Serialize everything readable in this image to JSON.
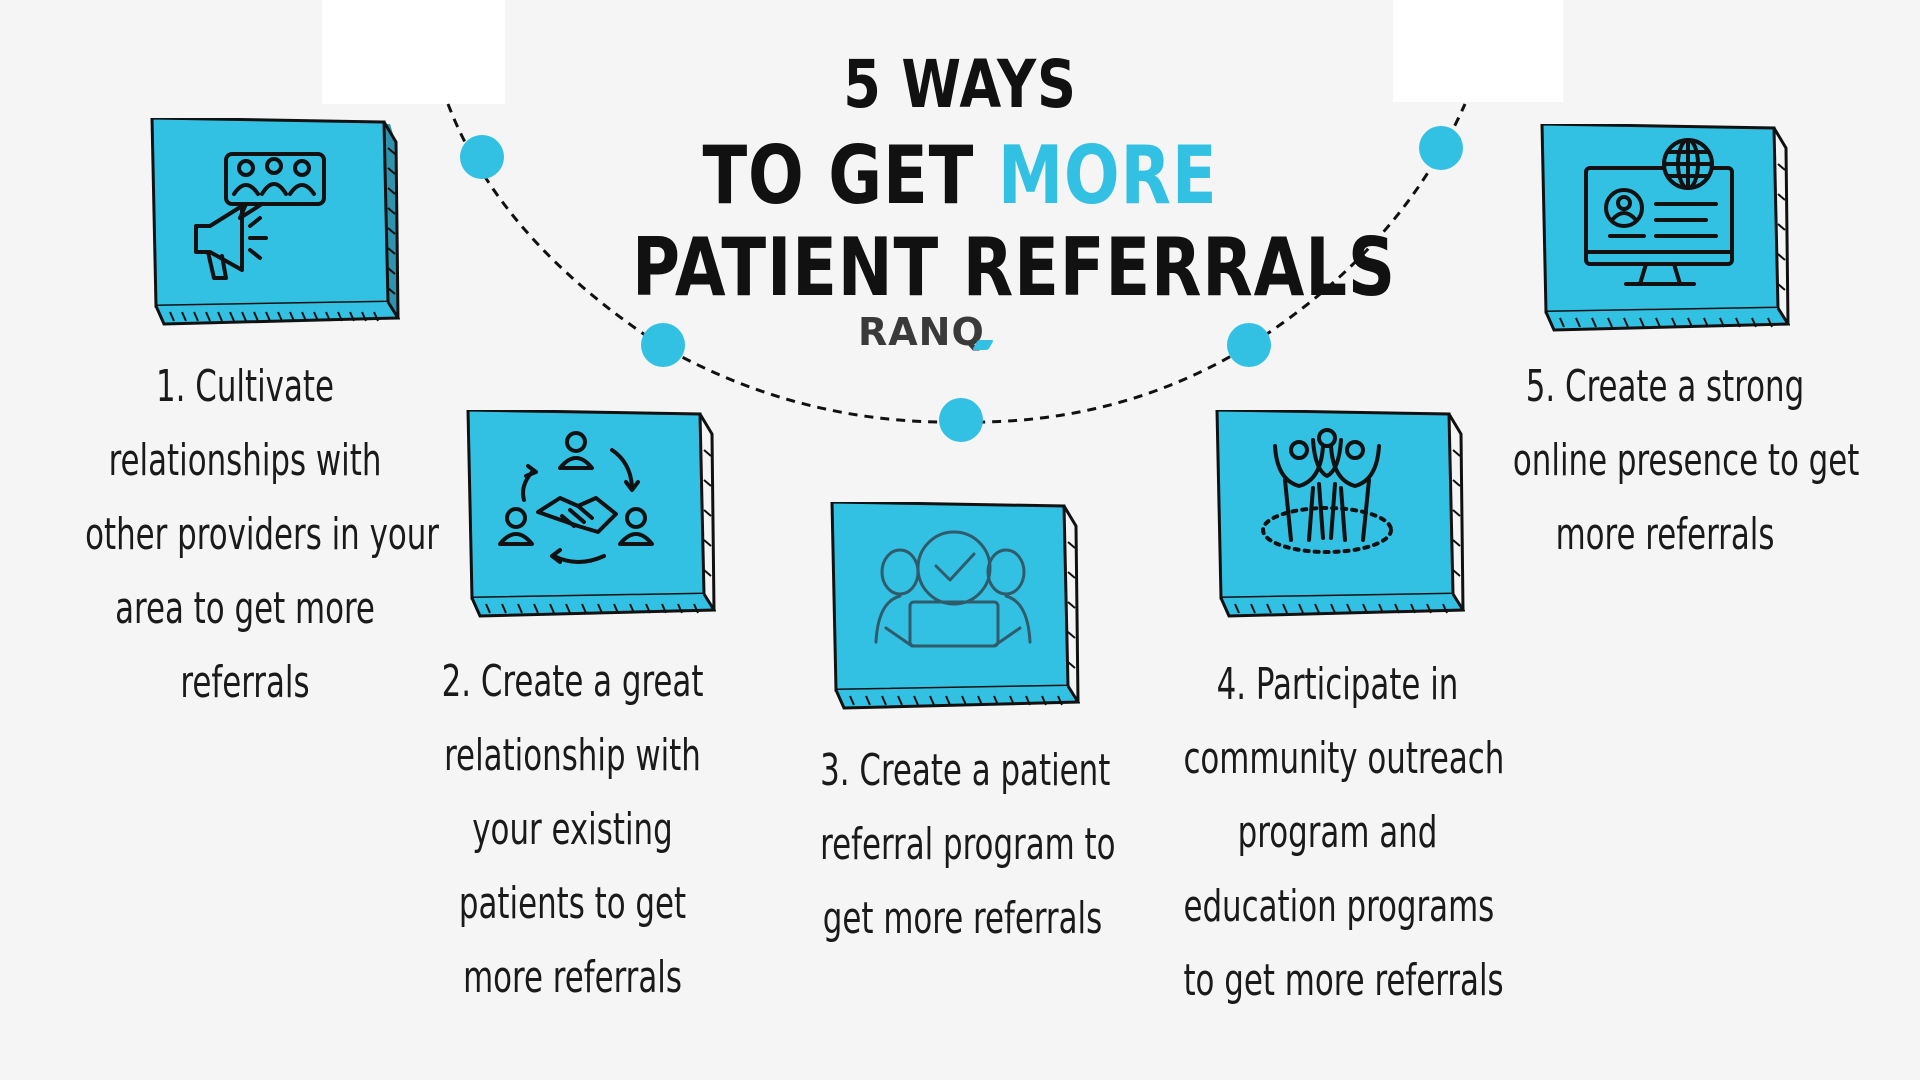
{
  "title": {
    "line1": "5 WAYS",
    "line2_prefix": "TO GET ",
    "line2_accent": "MORE",
    "line3": "PATIENT REFERRALS"
  },
  "logo": {
    "text": "RAN",
    "q": "Q"
  },
  "colors": {
    "accent": "#33c1e3",
    "text": "#111111",
    "background": "#f5f5f5"
  },
  "steps": [
    {
      "icon": "megaphone-audience-icon",
      "lines": [
        "1. Cultivate",
        "relationships with",
        "other providers in your",
        "area to get more",
        "referrals"
      ]
    },
    {
      "icon": "handshake-people-cycle-icon",
      "lines": [
        "2. Create a great",
        "relationship with",
        "your existing",
        "patients to get",
        "more referrals"
      ]
    },
    {
      "icon": "people-checkmark-icon",
      "lines": [
        "3. Create a patient",
        "referral program to",
        "get more referrals"
      ]
    },
    {
      "icon": "community-group-icon",
      "lines": [
        "4. Participate in",
        "community outreach",
        "program and",
        "education programs",
        "to get more referrals"
      ]
    },
    {
      "icon": "online-profile-globe-icon",
      "lines": [
        "5. Create a strong",
        "online presence to get",
        "more referrals"
      ]
    }
  ]
}
